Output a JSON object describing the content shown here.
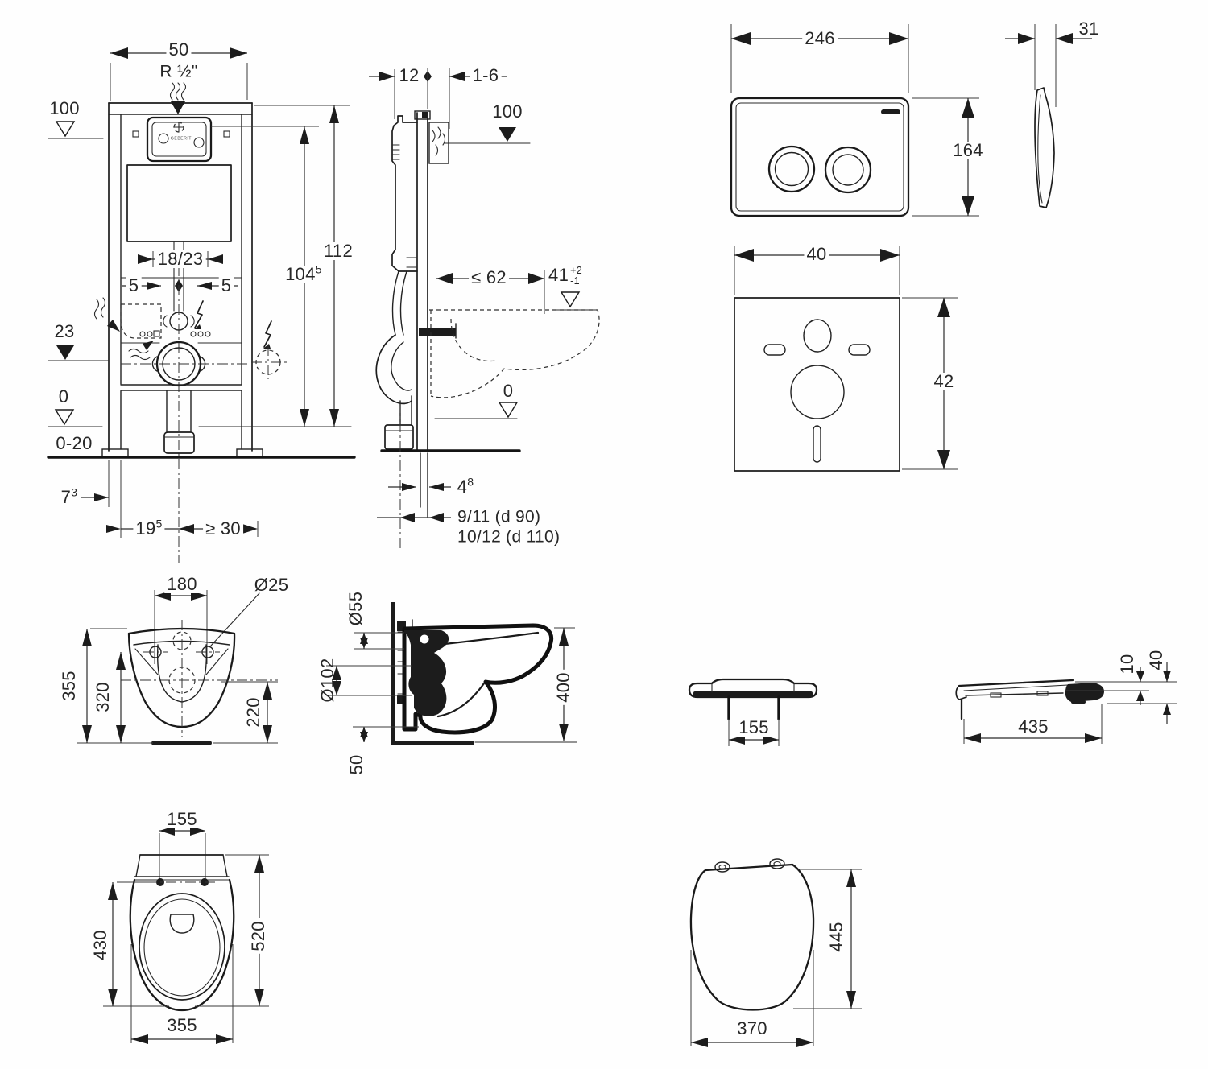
{
  "frame_front": {
    "width": "50",
    "supply_thread": "R ½\"",
    "level_100": "100",
    "total_height": "112",
    "height_main": "104",
    "height_sup": "5",
    "bolt_spacing": "18/23",
    "offset_left": "5",
    "offset_right": "5",
    "outlet_level": "23",
    "floor_level": "0",
    "floor_adjust": "0-20",
    "depth_main": "7",
    "depth_sup": "3",
    "drain_main": "19",
    "drain_sup": "5",
    "side_min": "≥ 30",
    "brand": "GEBERIT"
  },
  "frame_side": {
    "profile_depth": "12",
    "finish_range": "1-6",
    "level_100": "100",
    "bowl_depth": "≤ 62",
    "seat_height_main": "41",
    "seat_height_plus": "+2",
    "seat_height_minus": "-1",
    "floor_level": "0",
    "offset_main": "4",
    "offset_sup": "8",
    "drain_line1": "9/11  (d 90)",
    "drain_line2": "10/12 (d 110)"
  },
  "flush_plate": {
    "width": "246",
    "height": "164",
    "depth": "31"
  },
  "sound_mat": {
    "width": "40",
    "height": "42"
  },
  "bowl_front": {
    "hole_spacing": "180",
    "hole_dia": "Ø25",
    "height": "355",
    "mid_height": "320",
    "low_height": "220"
  },
  "bowl_side": {
    "inlet_dia": "Ø55",
    "outlet_dia": "Ø102",
    "depth": "400",
    "bottom_gap": "50"
  },
  "seat_rear": {
    "hinge_spacing": "155"
  },
  "seat_side": {
    "thickness": "10",
    "height": "40",
    "length": "435"
  },
  "bowl_top": {
    "hole_spacing": "155",
    "inner_length": "430",
    "length": "520",
    "width": "355"
  },
  "seat_top": {
    "length": "445",
    "width": "370"
  }
}
